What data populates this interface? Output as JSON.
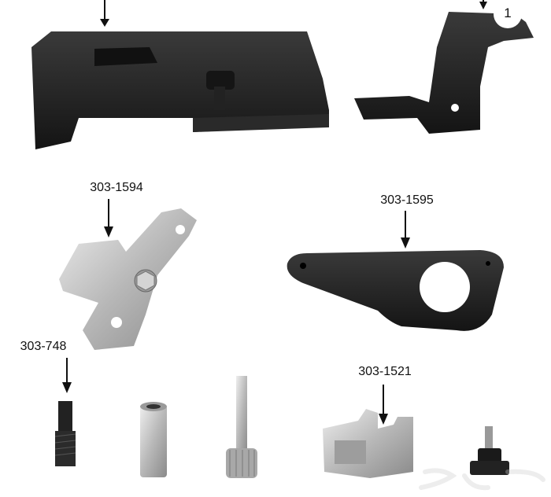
{
  "labels": {
    "part_1594": "303-1594",
    "part_1595": "303-1595",
    "part_748": "303-748",
    "part_1521": "303-1521",
    "index_1": "1"
  },
  "watermark": "حراج",
  "colors": {
    "black_part": "#1c1c1c",
    "silver_part": "#c9c9c9",
    "label": "#111111"
  }
}
